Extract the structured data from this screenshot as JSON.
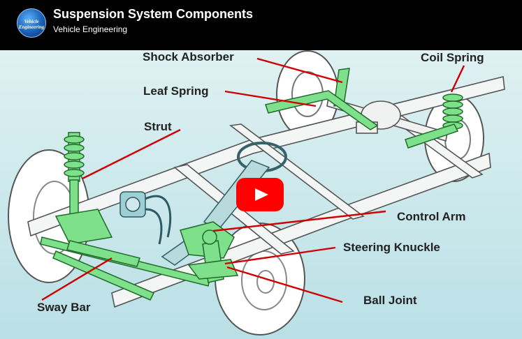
{
  "header": {
    "title": "Suspension System Components",
    "channel": "Vehicle Engineering",
    "avatar_text": [
      "Vehicle",
      "Engineering"
    ]
  },
  "labels": {
    "shock_absorber": "Shock Absorber",
    "coil_spring": "Coil Spring",
    "leaf_spring": "Leaf Spring",
    "strut": "Strut",
    "control_arm": "Control Arm",
    "steering_knuckle": "Steering Knuckle",
    "sway_bar": "Sway Bar",
    "ball_joint": "Ball Joint"
  },
  "colors": {
    "background": "#cfe9ec",
    "component_green": "#7ee08a",
    "pointer_red": "#d00000",
    "play_red": "#ff0000"
  },
  "icons": {
    "play": "play-icon"
  }
}
